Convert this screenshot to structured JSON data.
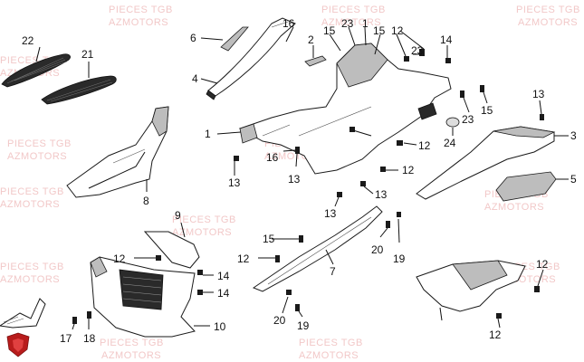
{
  "watermark_lines": [
    "PIECES TGB",
    "AZMOTORS"
  ],
  "callouts": {
    "c1a": "1",
    "c1b": "1",
    "c2": "2",
    "c3": "3",
    "c4": "4",
    "c5": "5",
    "c6": "6",
    "c7": "7",
    "c8": "8",
    "c9": "9",
    "c10": "10",
    "c12a": "12",
    "c12b": "12",
    "c12c": "12",
    "c12d": "12",
    "c12e": "12",
    "c12f": "12",
    "c13a": "13",
    "c13b": "13",
    "c13c": "13",
    "c13d": "13",
    "c13e": "13",
    "c14a": "14",
    "c14b": "14",
    "c14c": "14",
    "c15a": "15",
    "c15b": "15",
    "c15c": "15",
    "c15d": "15",
    "c16a": "16",
    "c16b": "16",
    "c17": "17",
    "c18": "18",
    "c19a": "19",
    "c19b": "19",
    "c20a": "20",
    "c20b": "20",
    "c21": "21",
    "c22": "22",
    "c23a": "23",
    "c23b": "23",
    "c23c": "23",
    "c24": "24"
  },
  "colors": {
    "watermark": "#f2c8c8",
    "logo": "#b81c1c",
    "line": "#111111",
    "shade": "#bdbdbd"
  }
}
